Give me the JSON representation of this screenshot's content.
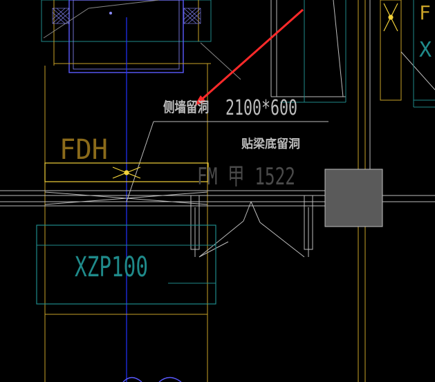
{
  "drawing": {
    "background": "#000000",
    "labels": {
      "side_wall_opening": "侧墙留洞",
      "opening_size": "2100*600",
      "beam_bottom_opening": "贴梁底留洞",
      "fdh_tag": "FDH",
      "door_tag": "FM 甲 1522",
      "hydrant_box_tag": "XZP100",
      "edge_letter_top": "F",
      "edge_letter_mid": "X"
    },
    "colors": {
      "annotation_arrow": "#ff2a2a",
      "equipment_block": "#5a5a5a",
      "wall_outline": "#c9a227",
      "structural_cyan": "#1f8a8a",
      "axis_line_blue": "#2233ff",
      "opening_outline": "#f2d23a",
      "text_grey": "#bdbdbd"
    }
  }
}
